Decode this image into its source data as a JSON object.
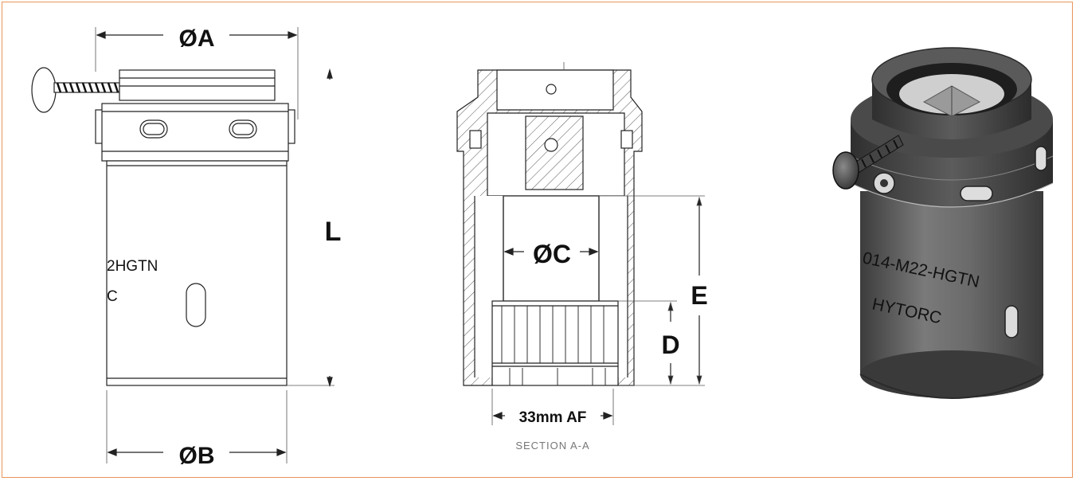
{
  "colors": {
    "frame": "#e8955a",
    "outline": "#222222",
    "hatch": "#555555",
    "body_dark": "#4a4a4a",
    "body_mid": "#6e6e6e"
  },
  "dimensions": {
    "a": "ØA",
    "b": "ØB",
    "c": "ØC",
    "d": "D",
    "e": "E",
    "l": "L",
    "af": "33mm AF"
  },
  "section_label": "SECTION A-A",
  "front_view": {
    "engraving_line1": "2HGTN",
    "engraving_line2": "C"
  },
  "iso_view": {
    "engraving_line1": "014-M22-HGTN",
    "engraving_line2": "HYTORC"
  }
}
